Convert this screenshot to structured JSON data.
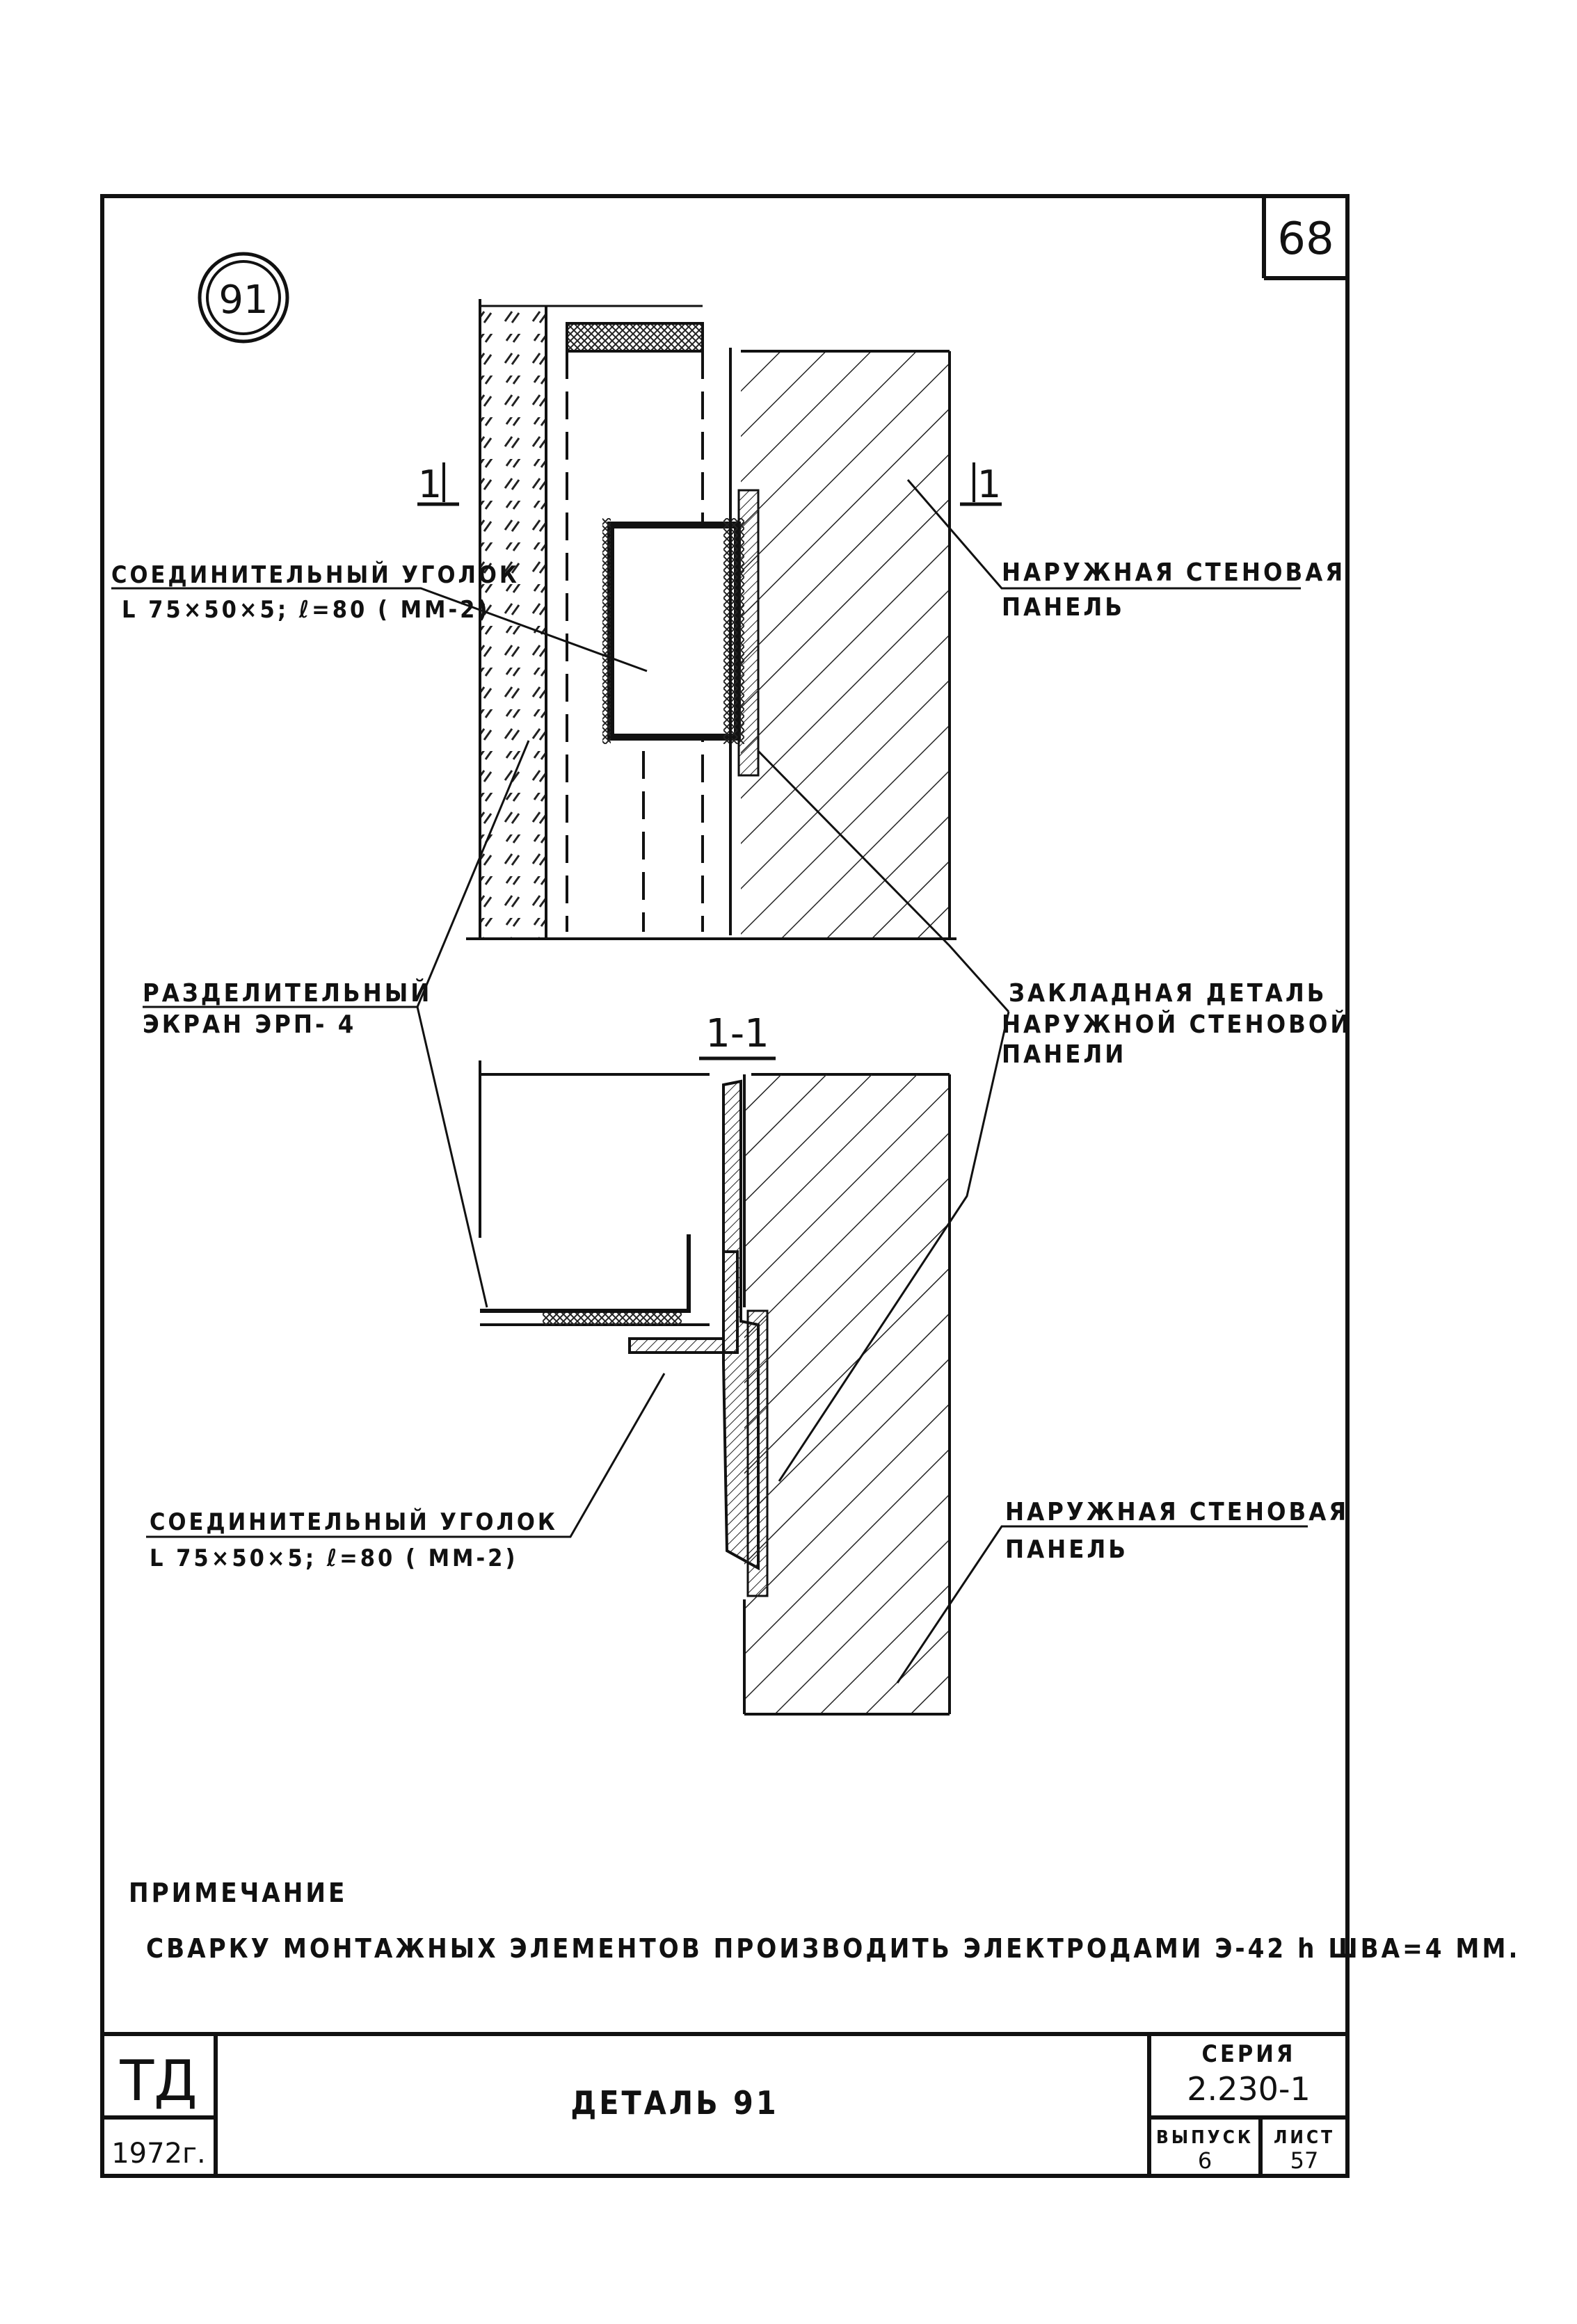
{
  "sheet_number": "68",
  "detail_marker": "91",
  "labels": {
    "connector_top_1": "СОЕДИНИТЕЛЬНЫЙ УГОЛОК",
    "connector_top_2": "L 75×50×5; ℓ=80 ( ММ-2)",
    "outer_panel_top_1": "НАРУЖНАЯ СТЕНОВАЯ",
    "outer_panel_top_2": "ПАНЕЛЬ",
    "separator_1": "РАЗДЕЛИТЕЛЬНЫЙ",
    "separator_2": "ЭКРАН ЭРП- 4",
    "embedded_1": "ЗАКЛАДНАЯ ДЕТАЛЬ",
    "embedded_2": "НАРУЖНОЙ СТЕНОВОЙ",
    "embedded_3": "ПАНЕЛИ",
    "connector_bottom_1": "СОЕДИНИТЕЛЬНЫЙ УГОЛОК",
    "connector_bottom_2": "L 75×50×5; ℓ=80 ( ММ-2)",
    "outer_panel_bottom_1": "НАРУЖНАЯ СТЕНОВАЯ",
    "outer_panel_bottom_2": "ПАНЕЛЬ",
    "section_mark_left": "1",
    "section_mark_right": "1",
    "section_title": "1-1"
  },
  "note": {
    "heading": "ПРИМЕЧАНИЕ",
    "text": "СВАРКУ МОНТАЖНЫХ ЭЛЕМЕНТОВ ПРОИЗВОДИТЬ ЭЛЕКТРОДАМИ Э-42 h ШВА=4 ММ."
  },
  "title_block": {
    "org": "ТД",
    "year": "1972г.",
    "title": "ДЕТАЛЬ 91",
    "series_label": "СЕРИЯ",
    "series_value": "2.230-1",
    "issue_label": "ВЫПУСК",
    "issue_value": "6",
    "sheet_label": "ЛИСТ",
    "sheet_value": "57"
  }
}
